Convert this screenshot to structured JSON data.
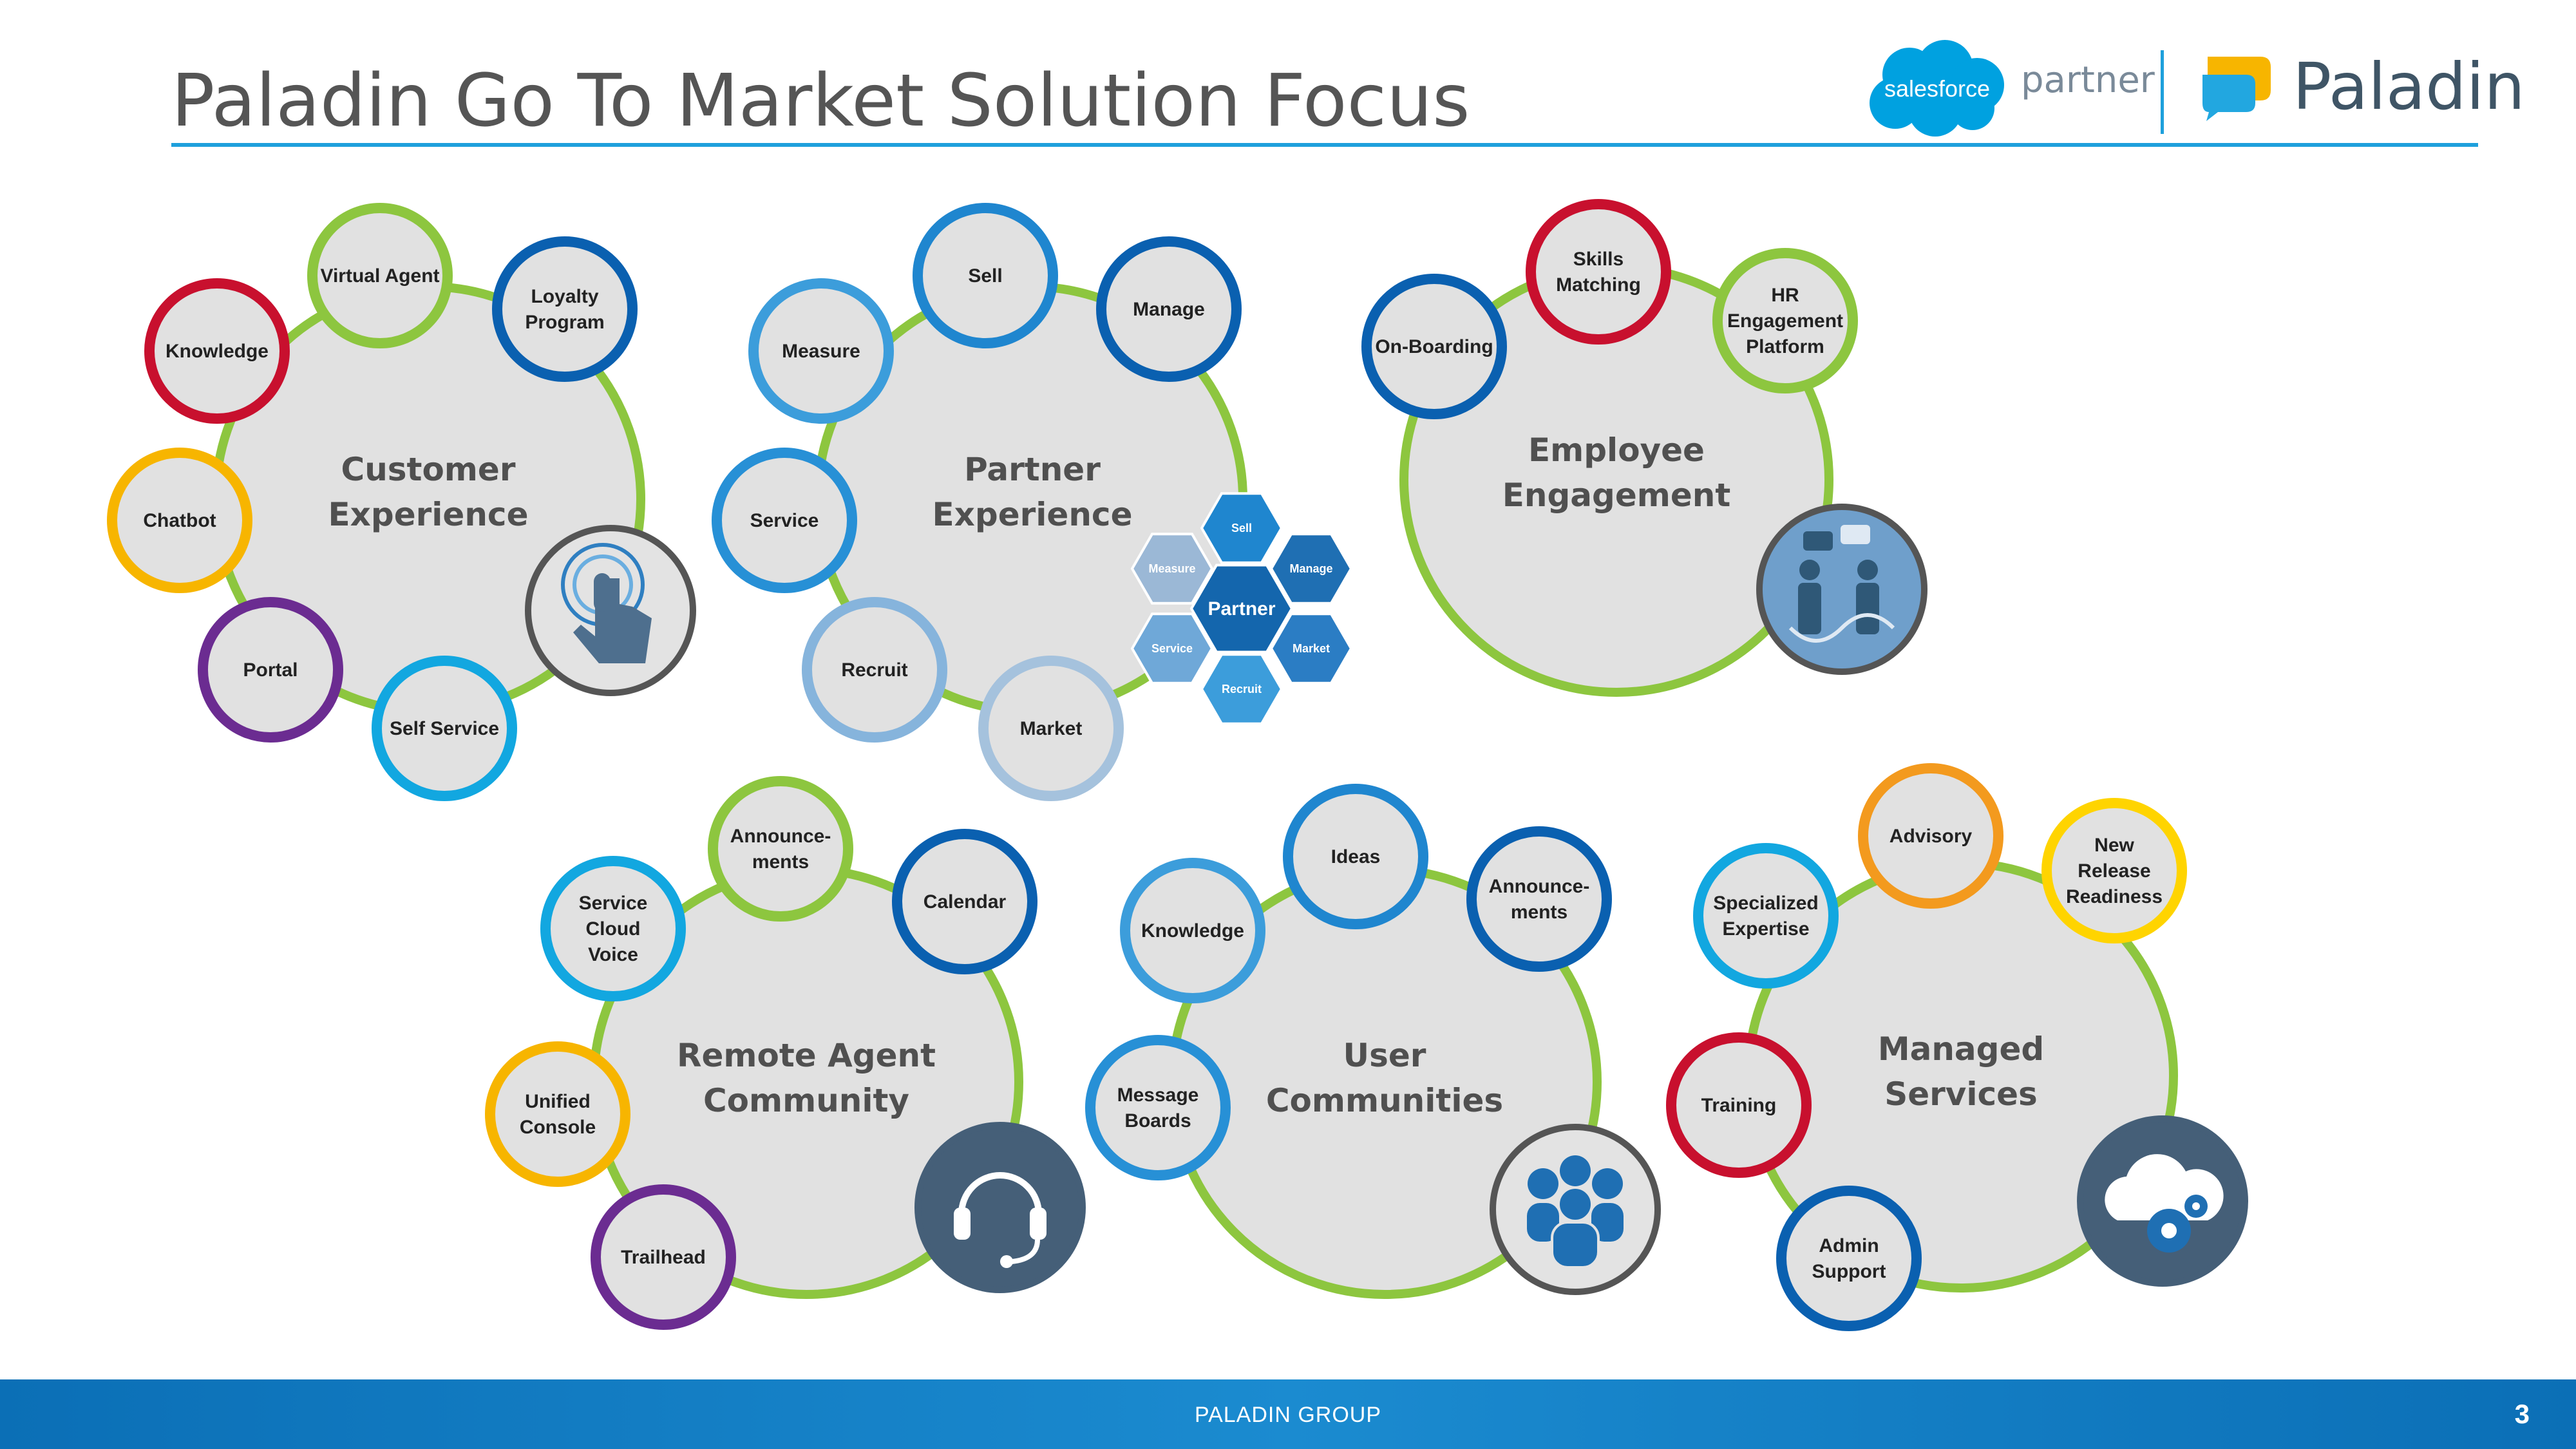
{
  "title": "Paladin Go To Market Solution Focus",
  "logos": {
    "salesforce_word": "salesforce",
    "salesforce_partner": "partner",
    "paladin": "Paladin"
  },
  "colors": {
    "accent": "#1ea0dc",
    "hub_fill": "#e1e1e1",
    "hub_border": "#8dc63f",
    "footer": "#1380c4"
  },
  "clusters": [
    {
      "id": "customer-experience",
      "label": "Customer Experience",
      "icon": "touch-hand-icon",
      "satellites": [
        {
          "label": "Virtual Agent",
          "color": "#8dc63f"
        },
        {
          "label": "Loyalty Program",
          "color": "#0a60b0"
        },
        {
          "label": "Knowledge",
          "color": "#c8102e"
        },
        {
          "label": "Chatbot",
          "color": "#f7b500"
        },
        {
          "label": "Portal",
          "color": "#6b2c91"
        },
        {
          "label": "Self Service",
          "color": "#12a7e0"
        }
      ]
    },
    {
      "id": "partner-experience",
      "label": "Partner Experience",
      "icon": "partner-hexagon-graphic",
      "satellites": [
        {
          "label": "Sell",
          "color": "#1f86cf"
        },
        {
          "label": "Manage",
          "color": "#0a60b0"
        },
        {
          "label": "Measure",
          "color": "#3c9ddb"
        },
        {
          "label": "Service",
          "color": "#2790d6"
        },
        {
          "label": "Recruit",
          "color": "#86b4dc"
        },
        {
          "label": "Market",
          "color": "#a5c2dd"
        }
      ],
      "hexagon": {
        "center": "Partner",
        "segments": [
          "Sell",
          "Manage",
          "Market",
          "Recruit",
          "Service",
          "Measure"
        ]
      }
    },
    {
      "id": "employee-engagement",
      "label": "Employee Engagement",
      "icon": "people-collaboration-icon",
      "satellites": [
        {
          "label": "Skills Matching",
          "color": "#c8102e"
        },
        {
          "label": "HR Engagement Platform",
          "color": "#8dc63f"
        },
        {
          "label": "On-Boarding",
          "color": "#0a60b0"
        }
      ]
    },
    {
      "id": "remote-agent-community",
      "label": "Remote Agent Community",
      "icon": "headset-icon",
      "satellites": [
        {
          "label": "Announce- ments",
          "color": "#8dc63f"
        },
        {
          "label": "Calendar",
          "color": "#0a60b0"
        },
        {
          "label": "Service Cloud Voice",
          "color": "#12a7e0"
        },
        {
          "label": "Unified Console",
          "color": "#f7b500"
        },
        {
          "label": "Trailhead",
          "color": "#6b2c91"
        }
      ]
    },
    {
      "id": "user-communities",
      "label": "User Communities",
      "icon": "user-group-icon",
      "satellites": [
        {
          "label": "Ideas",
          "color": "#1f86cf"
        },
        {
          "label": "Announce- ments",
          "color": "#0a60b0"
        },
        {
          "label": "Knowledge",
          "color": "#3c9ddb"
        },
        {
          "label": "Message Boards",
          "color": "#2790d6"
        }
      ]
    },
    {
      "id": "managed-services",
      "label": "Managed Services",
      "icon": "cloud-gear-icon",
      "satellites": [
        {
          "label": "Advisory",
          "color": "#f39a1e"
        },
        {
          "label": "New Release Readiness",
          "color": "#ffd400"
        },
        {
          "label": "Specialized Expertise",
          "color": "#12a7e0"
        },
        {
          "label": "Training",
          "color": "#c8102e"
        },
        {
          "label": "Admin Support",
          "color": "#0a60b0"
        }
      ]
    }
  ],
  "footer": {
    "company": "PALADIN GROUP",
    "page": "3"
  }
}
